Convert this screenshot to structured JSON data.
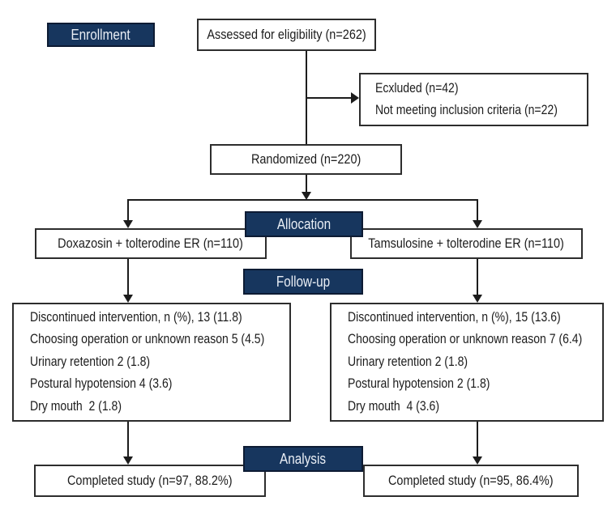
{
  "colors": {
    "navy": "#17365e",
    "navy_border": "#0d1b33",
    "box_border": "#2d2d2d",
    "line": "#1c1c1c",
    "text": "#1c1c1c",
    "label_text": "#e9eef5",
    "background": "#ffffff"
  },
  "stages": {
    "enrollment": "Enrollment",
    "allocation": "Allocation",
    "followup": "Follow-up",
    "analysis": "Analysis"
  },
  "boxes": {
    "assessed": "Assessed for eligibility (n=262)",
    "excluded": {
      "line1": "Ecxluded (n=42)",
      "line2": "Not meeting inclusion criteria (n=22)"
    },
    "randomized": "Randomized (n=220)",
    "arm_left": "Doxazosin + tolterodine ER (n=110)",
    "arm_right": "Tamsulosine + tolterodine ER (n=110)",
    "followup_left": [
      "Discontinued intervention, n (%), 13 (11.8)",
      "Choosing operation or unknown reason 5 (4.5)",
      "Urinary retention 2 (1.8)",
      "Postural hypotension 4 (3.6)",
      "Dry mouth  2 (1.8)"
    ],
    "followup_right": [
      "Discontinued intervention, n (%), 15 (13.6)",
      "Choosing operation or unknown reason 7 (6.4)",
      "Urinary retention 2 (1.8)",
      "Postural hypotension 2 (1.8)",
      "Dry mouth  4 (3.6)"
    ],
    "completed_left": "Completed study (n=97, 88.2%)",
    "completed_right": "Completed study (n=95, 86.4%)"
  }
}
